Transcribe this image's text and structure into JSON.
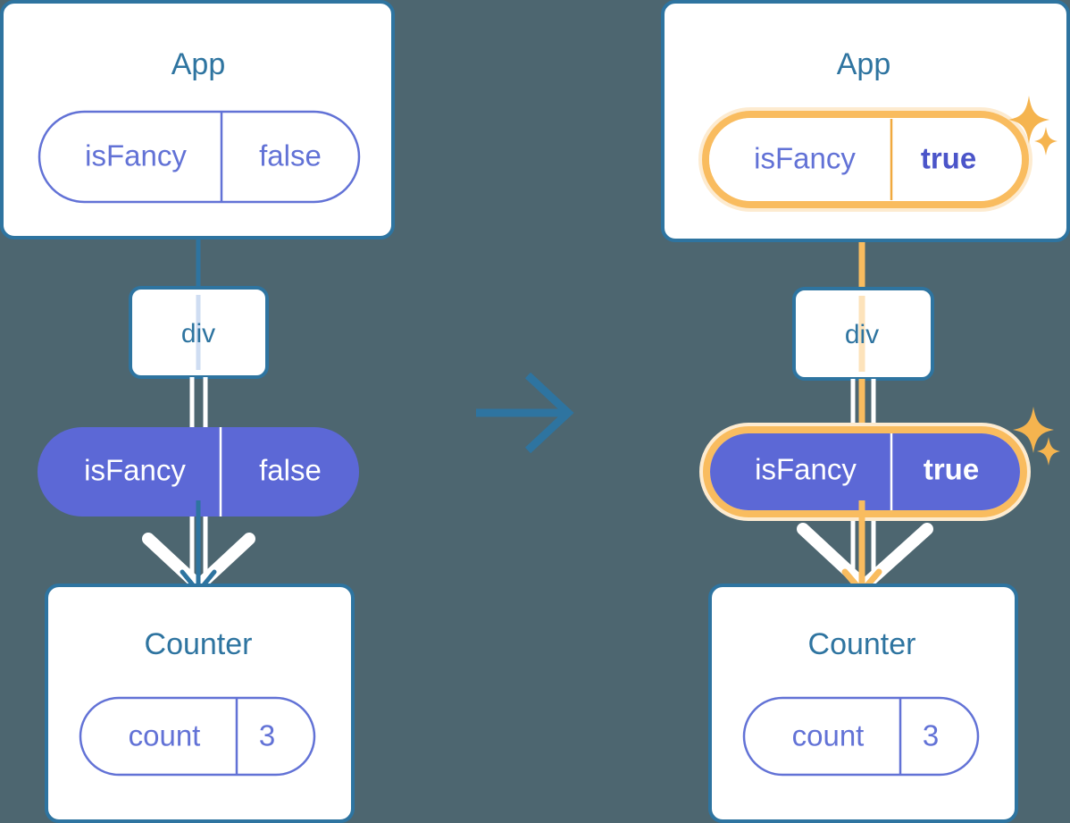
{
  "background_color": "#4d6670",
  "colors": {
    "box_border": "#2e74a0",
    "title_text": "#2e74a0",
    "pill_purple_fill": "#5c68d6",
    "pill_outline_text": "#6272d6",
    "highlight_orange": "#f9bc5f",
    "highlight_orange_glow": "#fdebd0",
    "connector_white": "#ffffff",
    "connector_blue": "#2e74a0"
  },
  "before": {
    "app": {
      "title": "App",
      "state_pill": {
        "key": "isFancy",
        "value": "false",
        "highlighted": false,
        "style": "outline"
      }
    },
    "div": {
      "label": "div"
    },
    "prop_pill": {
      "key": "isFancy",
      "value": "false",
      "highlighted": false,
      "style": "filled"
    },
    "counter": {
      "title": "Counter",
      "state_pill": {
        "key": "count",
        "value": "3",
        "highlighted": false,
        "style": "outline"
      }
    }
  },
  "transition": {
    "icon": "right-arrow-icon"
  },
  "after": {
    "app": {
      "title": "App",
      "state_pill": {
        "key": "isFancy",
        "value": "true",
        "highlighted": true,
        "style": "outline"
      },
      "sparkle": "sparkle-icon"
    },
    "div": {
      "label": "div"
    },
    "prop_pill": {
      "key": "isFancy",
      "value": "true",
      "highlighted": true,
      "style": "filled",
      "sparkle": "sparkle-icon"
    },
    "counter": {
      "title": "Counter",
      "state_pill": {
        "key": "count",
        "value": "3",
        "highlighted": false,
        "style": "outline"
      }
    }
  }
}
